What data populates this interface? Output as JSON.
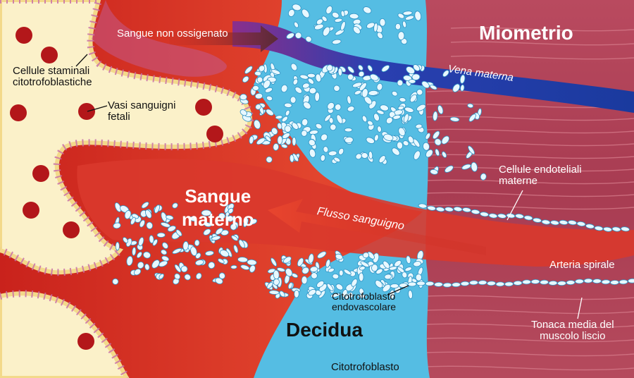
{
  "labels": {
    "sangue_non_ossigenato": "Sangue non ossigenato",
    "miometrio": "Miometrio",
    "vena_materna": "Vena materna",
    "cellule_staminali": "Cellule staminali",
    "citotrofoblastiche": "citotrofoblastiche",
    "vasi_sanguigni": "Vasi sanguigni",
    "fetali": "fetali",
    "cellule_endoteliali": "Cellule endoteliali",
    "materne": "materne",
    "sangue": "Sangue",
    "materno": "materno",
    "flusso_sanguigno": "Flusso sanguigno",
    "arteria_spirale": "Arteria spirale",
    "citotrofoblasto_endo_1": "Citotrofoblasto",
    "citotrofoblasto_endo_2": "endovascolare",
    "decidua": "Decidua",
    "tonaca_1": "Tonaca media del",
    "tonaca_2": "muscolo liscio",
    "citotrofoblasto": "Citotrofoblasto"
  },
  "colors": {
    "maternal_blood": "#d8322a",
    "deep_red": "#b01c1a",
    "decidua_blue": "#55bde3",
    "myometrium": "#b7475b",
    "villus_cream": "#fbf1c9",
    "vein_blue": "#1f3fa6",
    "fetal_vessel": "#b3171a"
  }
}
